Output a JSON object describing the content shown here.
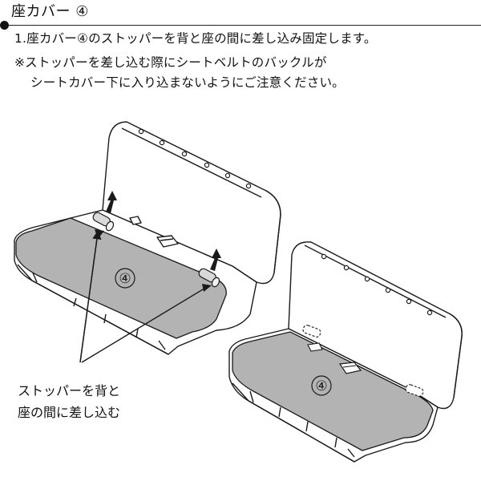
{
  "heading": {
    "title": "座カバー ④"
  },
  "instructions": {
    "step_1": "1.座カバー④のストッパーを背と座の間に差し込み固定します。",
    "note_1": "※ストッパーを差し込む際にシートベルトのバックルが",
    "note_2": "シートカバー下に入り込まないようにご注意ください。"
  },
  "figure": {
    "label_left": "④",
    "label_right": "④",
    "callout": "ストッパーを背と\n座の間に差し込む"
  },
  "colors": {
    "cover_fill": "#b3b3b3",
    "line": "#1a1a1a"
  }
}
